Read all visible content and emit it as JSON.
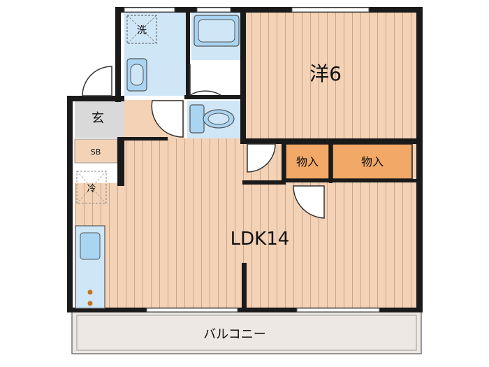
{
  "rooms": {
    "western": "洋6",
    "ldk": "LDK14",
    "genkan": "玄",
    "shoe_box": "SB",
    "fridge": "冷",
    "laundry": "洗",
    "closet_small": "物入",
    "closet_large": "物入",
    "balcony": "バルコニー"
  },
  "colors": {
    "wood_floor": "#f4d2b6",
    "wood_stripe": "#c9a58b",
    "wet_area": "#cfe6f7",
    "fixture": "#a9d5f2",
    "closet": "#f2a866",
    "genkan_floor": "#d9d9d9",
    "balcony": "#ede8e4",
    "wall": "#1a1a1a",
    "burner": "#c8731a"
  }
}
